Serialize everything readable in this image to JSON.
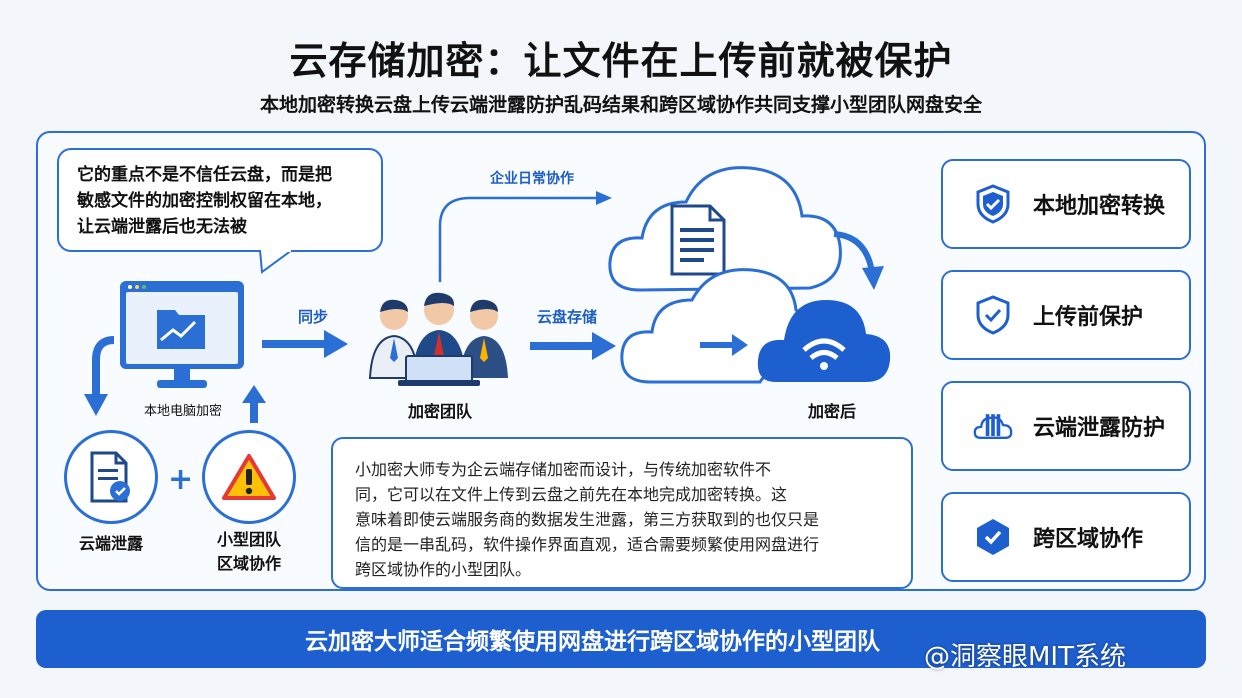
{
  "header": {
    "title": "云存储加密：让文件在上传前就被保护",
    "subtitle": "本地加密转换云盘上传云端泄露防护乱码结果和跨区域协作共同支撑小型团队网盘安全"
  },
  "bubble": {
    "lines": [
      "它的重点不是不信任云盘，而是把",
      "敏感文件的加密控制权留在本地，",
      "让云端泄露后也无法被"
    ]
  },
  "flow": {
    "local_pc_label": "本地电脑加密",
    "sync_label": "同步",
    "team_label": "加密团队",
    "cloud_storage_label": "云盘存储",
    "daily_collab_label": "企业日常协作",
    "after_encrypt_label": "加密后"
  },
  "risks": {
    "leak_label": "云端泄露",
    "team_line1": "小型团队",
    "team_line2": "区域协作",
    "plus": "+"
  },
  "description": {
    "lines": [
      "小加密大师专为企云端存储加密而设计，与传统加密软件不",
      "同，它可以在文件上传到云盘之前先在本地完成加密转换。这",
      "意味着即使云端服务商的数据发生泄露，第三方获取到的也仅只是",
      "信的是一串乱码，软件操作界面直观，适合需要频繁使用网盘进行",
      "跨区域协作的小型团队。"
    ]
  },
  "features": [
    {
      "label": "本地加密转换",
      "icon": "shield-check-icon"
    },
    {
      "label": "上传前保护",
      "icon": "shield-outline-icon"
    },
    {
      "label": "云端泄露防护",
      "icon": "cloud-server-icon"
    },
    {
      "label": "跨区域协作",
      "icon": "badge-check-icon"
    }
  ],
  "banner": {
    "text": "云加密大师适合频繁使用网盘进行跨区域协作的小型团队",
    "watermark": "@洞察眼MIT系统"
  },
  "colors": {
    "accent": "#2b6fd4",
    "banner": "#1e5fd0",
    "warning": "#e53935",
    "warning_fill": "#ffc107"
  }
}
